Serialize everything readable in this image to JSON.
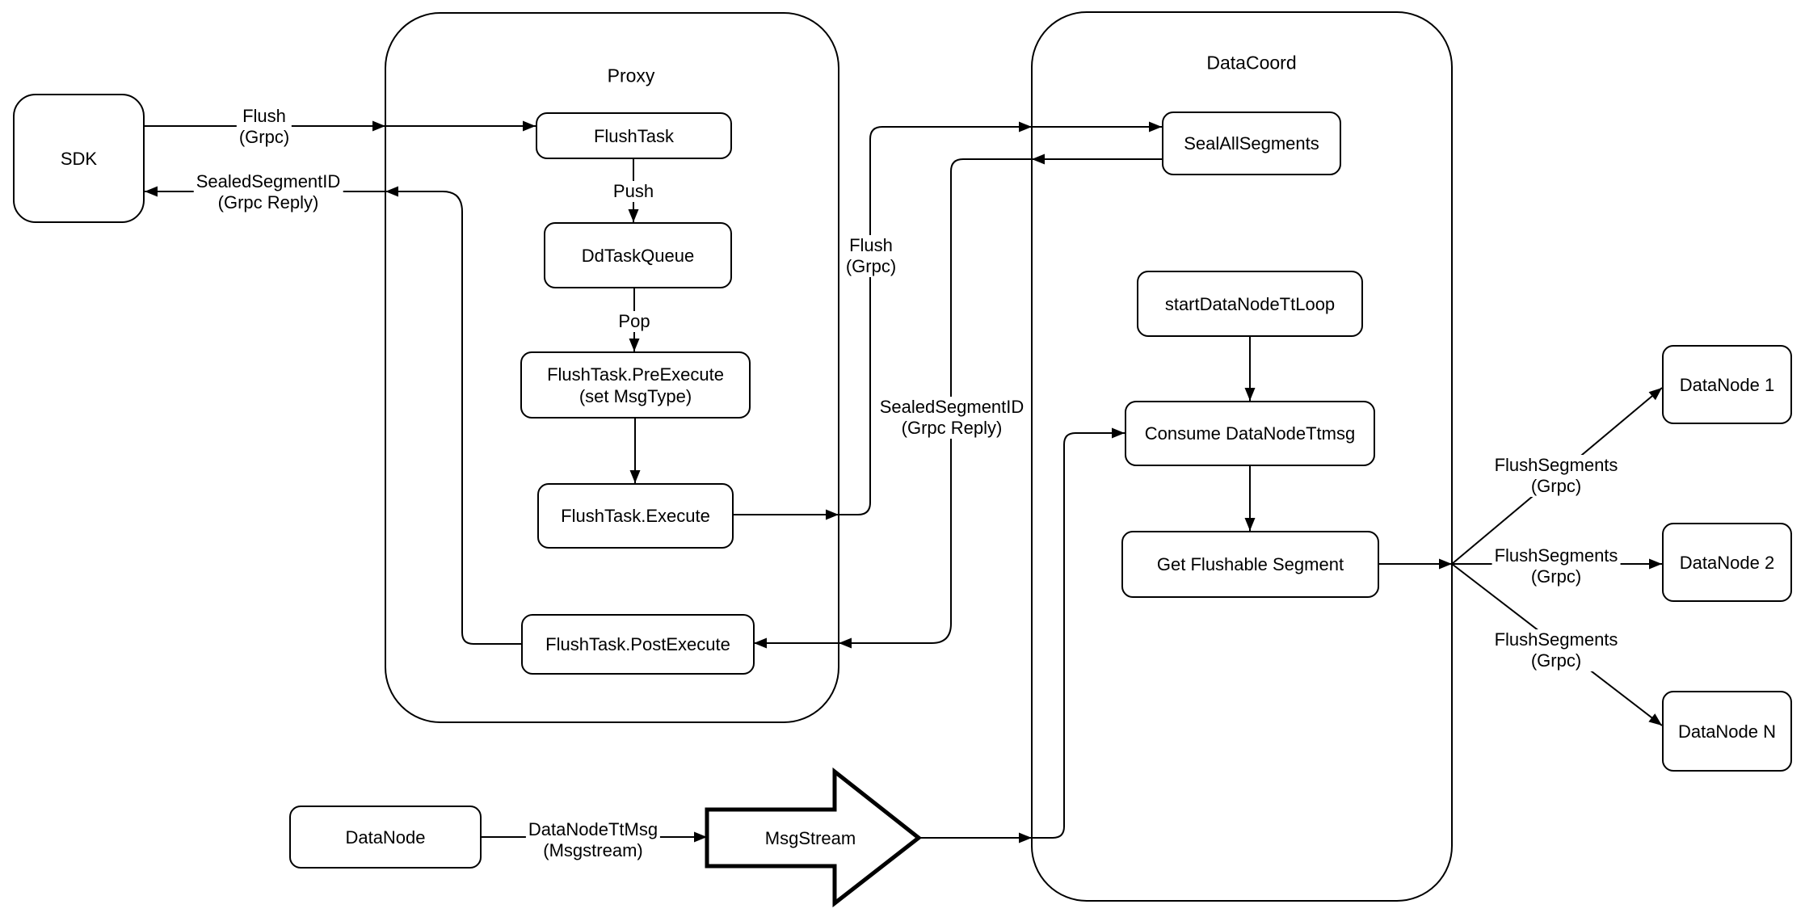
{
  "containers": {
    "proxy": {
      "title": "Proxy"
    },
    "datacoord": {
      "title": "DataCoord"
    }
  },
  "nodes": {
    "sdk": {
      "label": "SDK"
    },
    "flush_task": {
      "label": "FlushTask"
    },
    "dd_task_queue": {
      "label": "DdTaskQueue"
    },
    "pre_execute": {
      "line1": "FlushTask.PreExecute",
      "line2": "(set MsgType)"
    },
    "execute": {
      "label": "FlushTask.Execute"
    },
    "post_execute": {
      "label": "FlushTask.PostExecute"
    },
    "seal_all_segments": {
      "label": "SealAllSegments"
    },
    "start_data_node_tt_loop": {
      "label": "startDataNodeTtLoop"
    },
    "consume_data_node_ttmsg": {
      "label": "Consume DataNodeTtmsg"
    },
    "get_flushable_segment": {
      "label": "Get Flushable Segment"
    },
    "data_node": {
      "label": "DataNode"
    },
    "msg_stream": {
      "label": "MsgStream"
    },
    "data_node_1": {
      "label": "DataNode 1"
    },
    "data_node_2": {
      "label": "DataNode 2"
    },
    "data_node_n": {
      "label": "DataNode N"
    }
  },
  "edge_labels": {
    "flush_sdk_proxy": {
      "line1": "Flush",
      "line2": "(Grpc)"
    },
    "sealed_segment_id_to_sdk": {
      "line1": "SealedSegmentID",
      "line2": "(Grpc Reply)"
    },
    "push": {
      "label": "Push"
    },
    "pop": {
      "label": "Pop"
    },
    "flush_proxy_datacoord": {
      "line1": "Flush",
      "line2": "(Grpc)"
    },
    "sealed_segment_id_reply": {
      "line1": "SealedSegmentID",
      "line2": "(Grpc Reply)"
    },
    "flush_segments_1": {
      "line1": "FlushSegments",
      "line2": "(Grpc)"
    },
    "flush_segments_2": {
      "line1": "FlushSegments",
      "line2": "(Grpc)"
    },
    "flush_segments_3": {
      "line1": "FlushSegments",
      "line2": "(Grpc)"
    },
    "data_node_tt_msg": {
      "line1": "DataNodeTtMsg",
      "line2": "(Msgstream)"
    }
  },
  "colors": {
    "stroke": "#000000",
    "background": "#ffffff",
    "node_fill": "#ffffff"
  }
}
